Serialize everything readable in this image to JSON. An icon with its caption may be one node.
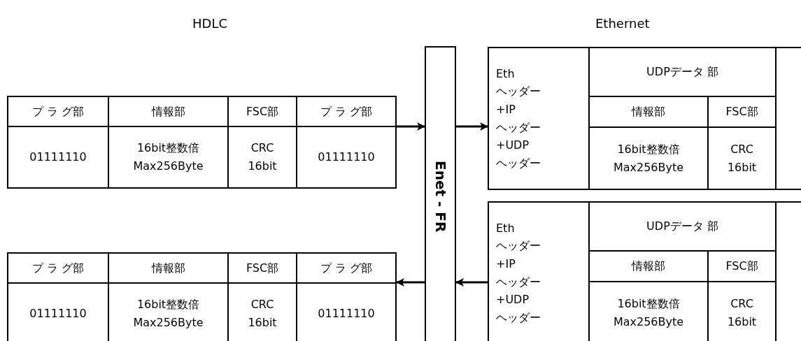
{
  "diagram": {
    "nodes": [
      {
        "text": [
          "プ ラ グ部",
          "情報部",
          "FSC部",
          "プ ラ グ部",
          "01111110",
          "16bit整数倍 Max256Byte",
          "CRC 16bit",
          "01111110"
        ]
      },
      {
        "text": [
          "Enet - FR"
        ]
      },
      {
        "text": [
          "Eth ヘッダー +IP ヘッダー +UDP ヘッダー",
          "UDPデータ 部",
          "情報部",
          "FSC部",
          "16bit整数倍 Max256Byte",
          "CRC 16bit"
        ]
      },
      {
        "text": [
          "プ ラ グ部",
          "情報部",
          "FSC部",
          "プ ラ グ部",
          "01111110",
          "16bit整数倍 Max256Byte",
          "CRC 16bit",
          "01111110"
        ]
      },
      {
        "text": [
          "Eth ヘッダー +IP ヘッダー +UDP ヘッダー",
          "UDPデータ 部",
          "情報部",
          "FSC部",
          "16bit整数倍 Max256Byte",
          "CRC 16bit"
        ]
      }
    ],
    "edges": [
      {
        "from": 0,
        "to": 1,
        "arrow": "to"
      },
      {
        "from": 1,
        "to": 2,
        "arrow": "to"
      },
      {
        "from": 4,
        "to": 1,
        "arrow": "to"
      },
      {
        "from": 1,
        "to": 3,
        "arrow": "to"
      }
    ],
    "labels": [
      "HDLC",
      "Ethernet"
    ]
  }
}
